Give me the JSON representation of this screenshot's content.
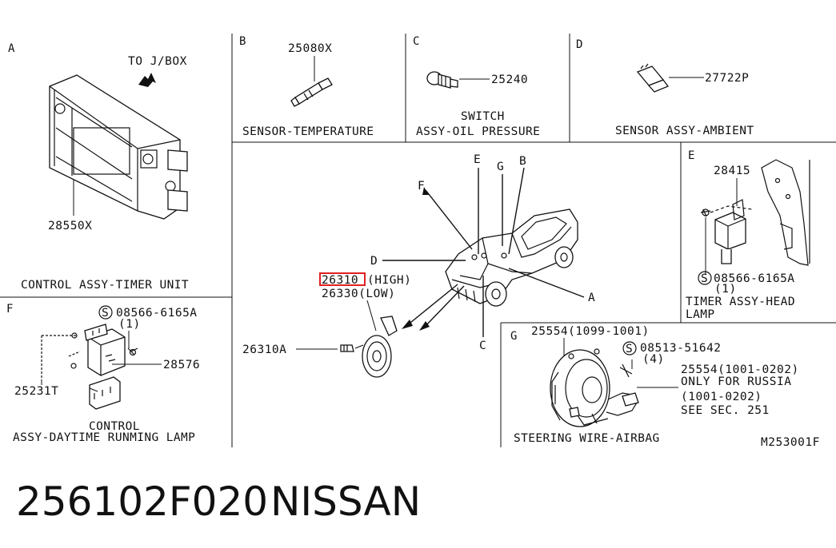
{
  "panels": {
    "A": {
      "letter": "A",
      "part": "28550X",
      "note": "TO J/BOX",
      "caption": "CONTROL ASSY-TIMER UNIT"
    },
    "B": {
      "letter": "B",
      "part": "25080X",
      "caption": "SENSOR-TEMPERATURE"
    },
    "C": {
      "letter": "C",
      "part": "25240",
      "caption1": "SWITCH",
      "caption2": "ASSY-OIL PRESSURE"
    },
    "D": {
      "letter": "D",
      "part": "27722P",
      "caption": "SENSOR ASSY-AMBIENT"
    },
    "E": {
      "letter": "E",
      "part": "28415",
      "bolt": "08566-6165A",
      "qty": "(1)",
      "caption1": "TIMER ASSY-HEAD",
      "caption2": "LAMP"
    },
    "F": {
      "letter": "F",
      "bolt": "08566-6165A",
      "qty": "(1)",
      "part1": "28576",
      "part2": "25231T",
      "caption1": "CONTROL",
      "caption2": "ASSY-DAYTIME RUNMING LAMP"
    },
    "G": {
      "letter": "G",
      "part1": "25554(1099-1001)",
      "bolt": "08513-51642",
      "qty": "(4)",
      "part2": "25554(1001-0202)",
      "note1": "ONLY FOR RUSSIA",
      "note2": "(1001-0202)",
      "note3": "SEE SEC. 251",
      "caption": "STEERING WIRE-AIRBAG",
      "code": "M253001F"
    }
  },
  "main": {
    "callouts": {
      "e": "E",
      "g": "G",
      "b": "B",
      "f": "F",
      "d": "D",
      "a": "A",
      "c": "C"
    },
    "horn_high_part": "26310",
    "horn_high_label": "(HIGH)",
    "horn_low": "26330(LOW)",
    "horn_bolt": "26310A",
    "highlight_color": "#e02020"
  },
  "footer": {
    "part_number": "256102F020",
    "brand": "NISSAN"
  }
}
